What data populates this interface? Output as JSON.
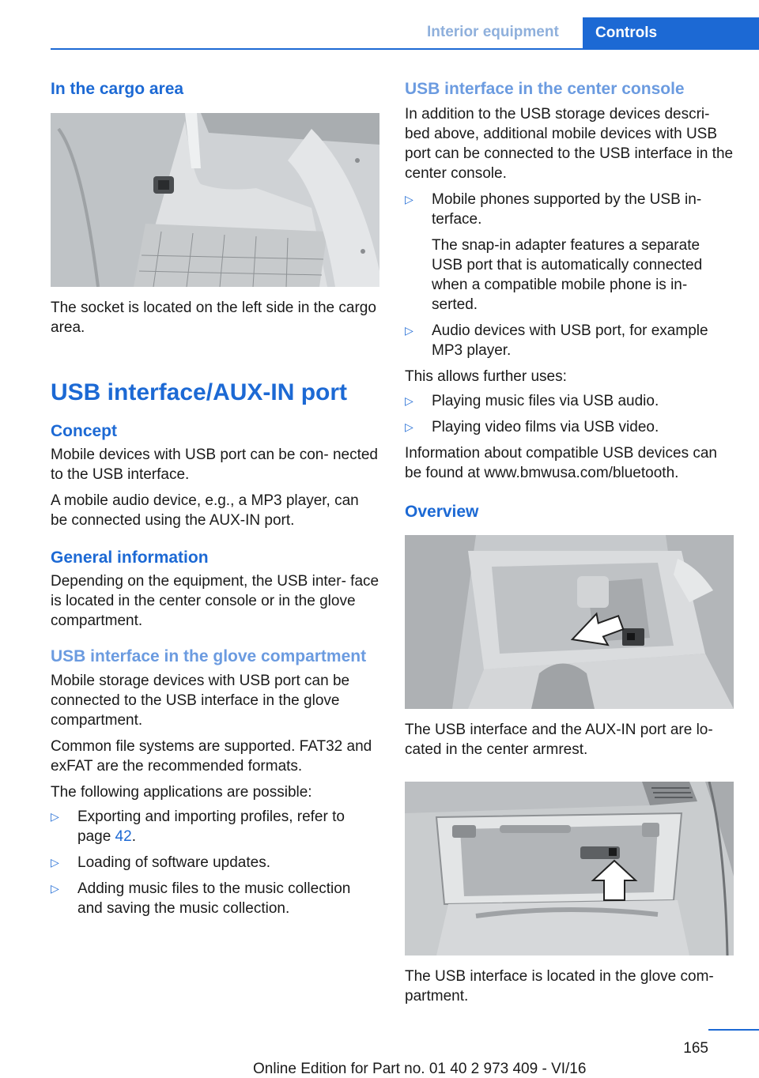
{
  "header": {
    "section": "Interior equipment",
    "tab": "Controls"
  },
  "left": {
    "cargo_heading": "In the cargo area",
    "cargo_caption": "The socket is located on the left side in the cargo area.",
    "main_heading": "USB interface/AUX-IN port",
    "concept_heading": "Concept",
    "concept_p1": "Mobile devices with USB port can be con‐ nected to the USB interface.",
    "concept_p2": "A mobile audio device, e.g., a MP3 player, can be connected using the AUX-IN port.",
    "general_heading": "General information",
    "general_p": "Depending on the equipment, the USB inter‐ face is located in the center console or in the glove compartment.",
    "glove_heading": "USB interface in the glove compartment",
    "glove_p1": "Mobile storage devices with USB port can be connected to the USB interface in the glove compartment.",
    "glove_p2": "Common file systems are supported. FAT32 and exFAT are the recommended formats.",
    "glove_p3": "The following applications are possible:",
    "glove_list": [
      {
        "text": "Exporting and importing profiles, refer to page ",
        "link": "42",
        "tail": "."
      },
      {
        "text": "Loading of software updates."
      },
      {
        "text": "Adding music files to the music collection and saving the music collection."
      }
    ]
  },
  "right": {
    "console_heading": "USB interface in the center console",
    "console_p1": "In addition to the USB storage devices descri‐ bed above, additional mobile devices with USB port can be connected to the USB interface in the center console.",
    "console_list": [
      {
        "text": "Mobile phones supported by the USB in‐ terface.",
        "sub": "The snap-in adapter features a separate USB port that is automatically connected when a compatible mobile phone is in‐ serted."
      },
      {
        "text": "Audio devices with USB port, for example MP3 player."
      }
    ],
    "uses_intro": "This allows further uses:",
    "uses_list": [
      {
        "text": "Playing music files via USB audio."
      },
      {
        "text": "Playing video films via USB video."
      }
    ],
    "info_p": "Information about compatible USB devices can be found at www.bmwusa.com/bluetooth.",
    "overview_heading": "Overview",
    "armrest_caption": "The USB interface and the AUX-IN port are lo‐ cated in the center armrest.",
    "glovebox_caption": "The USB interface is located in the glove com‐ partment."
  },
  "footer": {
    "page_number": "165",
    "edition": "Online Edition for Part no. 01 40 2 973 409 - VI/16"
  },
  "icons": {
    "bullet": "triangle-right-icon"
  }
}
